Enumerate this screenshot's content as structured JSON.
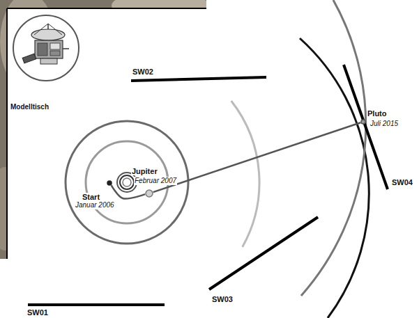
{
  "diagram": {
    "nodes": [
      {
        "text": [
          "Modelltisch"
        ]
      },
      {
        "text": [
          "Start",
          "Januar 2006"
        ]
      },
      {
        "text": [
          "Jupiter",
          "Februar 2007"
        ]
      },
      {
        "text": [
          "Pluto",
          "Juli 2015"
        ]
      }
    ],
    "edges": [
      {
        "from": 1,
        "to": 2,
        "arrow": "none"
      },
      {
        "from": 2,
        "to": 3,
        "arrow": "none"
      }
    ],
    "labels": [
      "SW02",
      "SW01",
      "SW03",
      "SW04"
    ]
  }
}
